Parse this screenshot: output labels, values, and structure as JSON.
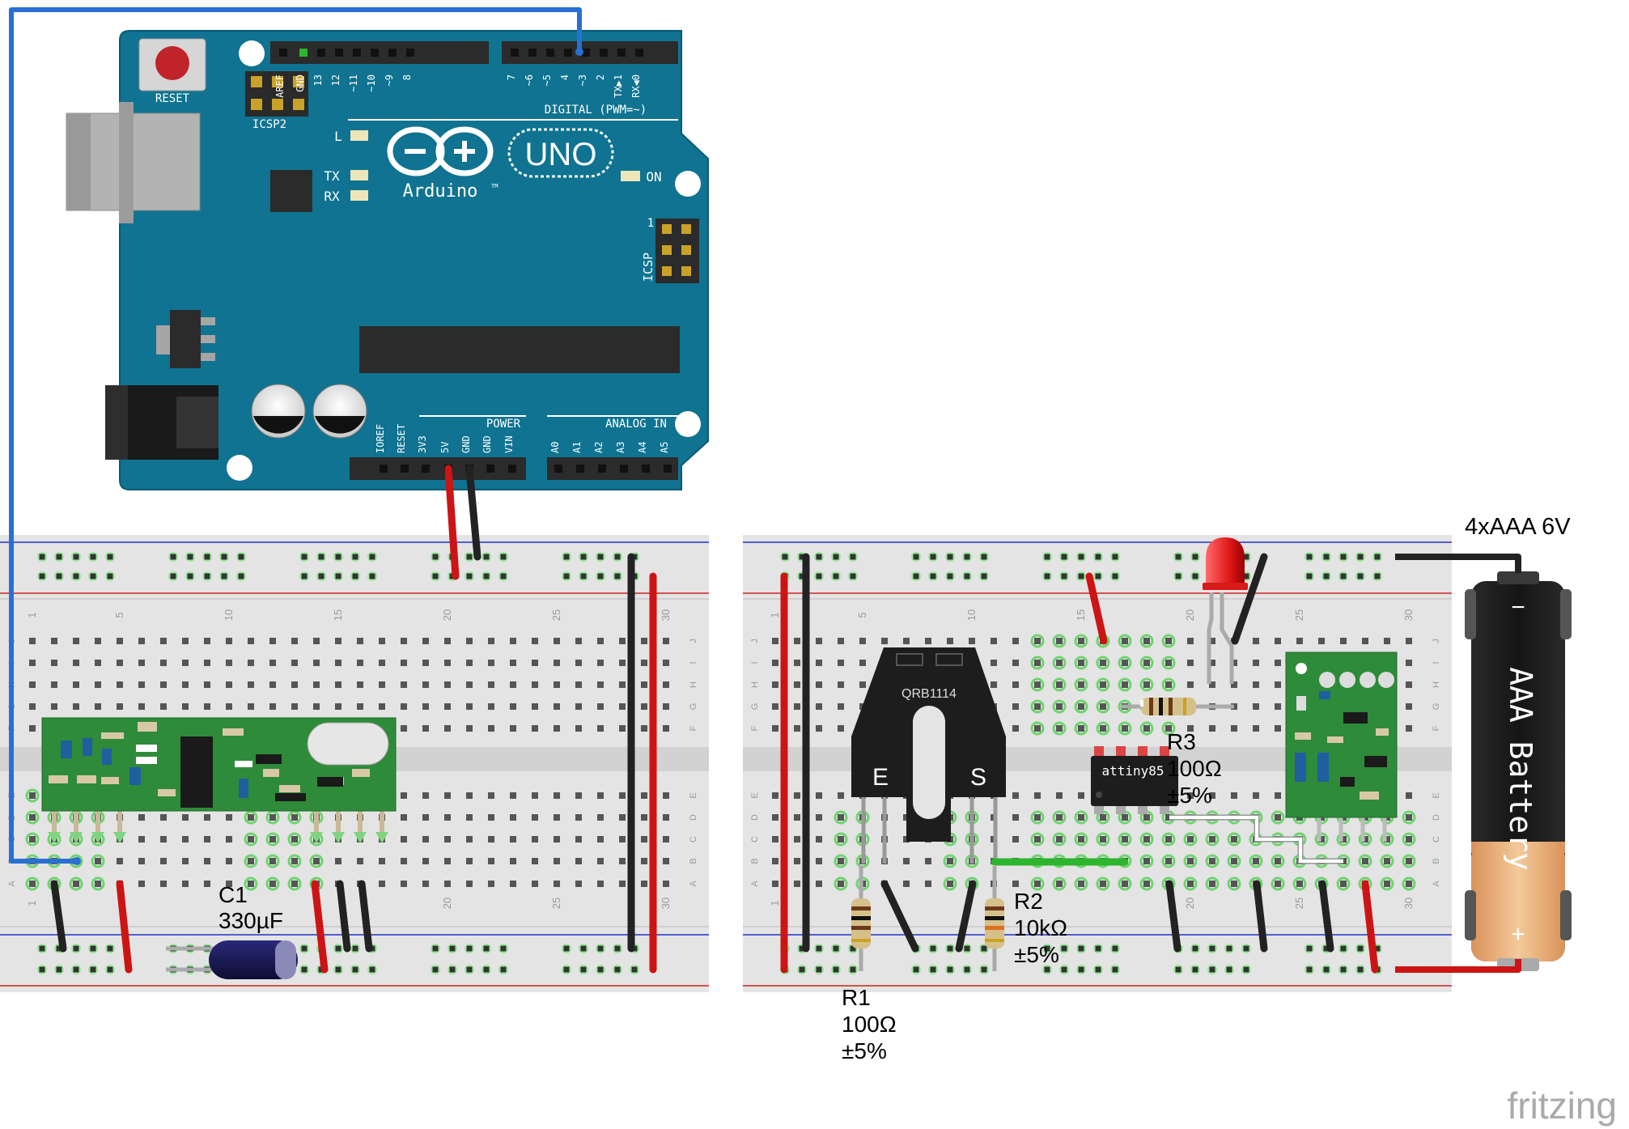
{
  "arduino": {
    "reset_label": "RESET",
    "icsp2_label": "ICSP2",
    "icsp_label": "ICSP",
    "icsp_pin1": "1",
    "digital_header": "DIGITAL (PWM=~)",
    "digital_pins": [
      "AREF",
      "GND",
      "13",
      "12",
      "~11",
      "~10",
      "~9",
      "8",
      "7",
      "~6",
      "~5",
      "4",
      "~3",
      "2",
      "TX▶1",
      "RX◀0"
    ],
    "led_l": "L",
    "led_tx": "TX",
    "led_rx": "RX",
    "led_on": "ON",
    "brand": "Arduino",
    "tm": "TM",
    "model": "UNO",
    "power_header": "POWER",
    "power_pins": [
      "IOREF",
      "RESET",
      "3V3",
      "5V",
      "GND",
      "GND",
      "VIN"
    ],
    "analog_header": "ANALOG IN",
    "analog_pins": [
      "A0",
      "A1",
      "A2",
      "A3",
      "A4",
      "A5"
    ]
  },
  "breadboard": {
    "row_letters": [
      "J",
      "I",
      "H",
      "G",
      "F",
      "E",
      "D",
      "C",
      "B",
      "A"
    ],
    "col_numbers_top": [
      "1",
      "5",
      "10",
      "15",
      "20",
      "25",
      "30"
    ],
    "col_numbers_bottom": [
      "1",
      "20",
      "25",
      "30"
    ]
  },
  "components": {
    "c1_name": "C1",
    "c1_value": "330µF",
    "r1_name": "R1",
    "r1_value": "100Ω",
    "r1_tol": "±5%",
    "r2_name": "R2",
    "r2_value": "10kΩ",
    "r2_tol": "±5%",
    "r3_name": "R3",
    "r3_value": "100Ω",
    "r3_tol": "±5%",
    "sensor_name": "QRB1114",
    "sensor_e": "E",
    "sensor_s": "S",
    "chip_name": "attiny85",
    "battery_title": "4xAAA 6V",
    "battery_label": "AAA Battery",
    "battery_minus": "−",
    "battery_plus": "+"
  },
  "watermark": "fritzing",
  "colors": {
    "board_blue": "#0f7391",
    "wire_red": "#cc1414",
    "wire_black": "#222222",
    "wire_blue": "#2a6fd4",
    "module_green": "#2e8b3a",
    "breadboard": "#e4e4e4"
  }
}
